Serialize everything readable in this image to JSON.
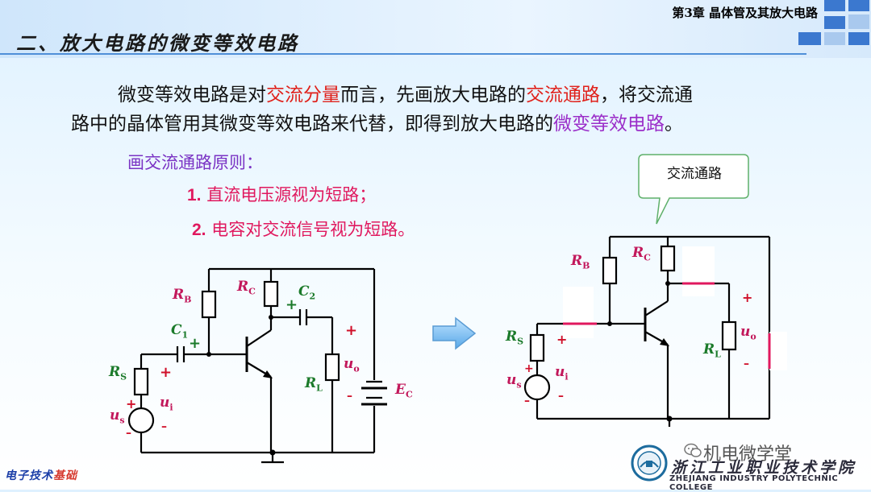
{
  "header": {
    "chapter": "第3章 晶体管及其放大电路",
    "title": "二、放大电路的微变等效电路",
    "colors": {
      "accent": "#4f8fd8",
      "red": "#e0211b",
      "purple": "#9b2fc9",
      "pink": "#e0185e",
      "wire_highlight": "#e0185e"
    }
  },
  "paragraph": {
    "s1": "微变等效电路是对",
    "s2": "交流分量",
    "s3": "而言，先画放大电路的",
    "s4": "交流通路",
    "s5": "，将交流通",
    "s6": "路中的晶体管用其微变等效电路来代替，即得到放大电路的",
    "s7": "微变等效电路",
    "s8": "。"
  },
  "rules": {
    "heading": "画交流通路原则：",
    "items": [
      {
        "num": "1.",
        "text": "直流电压源视为短路；"
      },
      {
        "num": "2.",
        "text": "电容对交流信号视为短路。"
      }
    ]
  },
  "callout": {
    "text": "交流通路"
  },
  "left_circuit": {
    "RB": "R",
    "RB_sub": "B",
    "RC": "R",
    "RC_sub": "C",
    "C1": "C",
    "C1_sub": "1",
    "C2": "C",
    "C2_sub": "2",
    "RS": "R",
    "RS_sub": "S",
    "RL": "R",
    "RL_sub": "L",
    "us": "u",
    "us_sub": "s",
    "ui": "u",
    "ui_sub": "i",
    "uo": "u",
    "uo_sub": "o",
    "EC": "E",
    "EC_sub": "C",
    "plus": "+",
    "minus": "–"
  },
  "right_circuit": {
    "RB": "R",
    "RB_sub": "B",
    "RC": "R",
    "RC_sub": "C",
    "RS": "R",
    "RS_sub": "S",
    "RL": "R",
    "RL_sub": "L",
    "us": "u",
    "us_sub": "s",
    "ui": "u",
    "ui_sub": "i",
    "uo": "u",
    "uo_sub": "o",
    "plus": "+",
    "minus": "–"
  },
  "footer": {
    "course_a": "电子技术",
    "course_b": "基础",
    "wechat": "机电微学堂",
    "school_cn": "浙江工业职业技术学院",
    "school_en": "ZHEJIANG INDUSTRY POLYTECHNIC COLLEGE"
  }
}
